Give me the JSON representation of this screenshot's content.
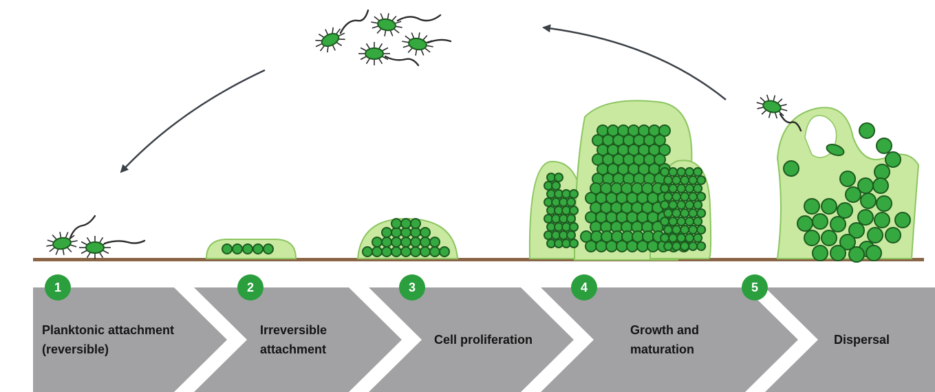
{
  "colors": {
    "chevron": "#a2a2a4",
    "badge": "#2b9e3e",
    "substrate": "#8a6446",
    "cell_fill": "#35a93f",
    "cell_stroke": "#1c5a1f",
    "matrix_fill": "#c9e9a0",
    "matrix_stroke": "#8cc560",
    "arrow": "#3b4147",
    "label_text": "#141414"
  },
  "icons": [
    "bacterium-icon",
    "flagellum-icon",
    "cycle-arrow-icon",
    "biofilm-matrix-icon"
  ],
  "stages": [
    {
      "number": "1",
      "label_line1": "Planktonic attachment",
      "label_line2": "(reversible)"
    },
    {
      "number": "2",
      "label_line1": "Irreversible",
      "label_line2": "attachment"
    },
    {
      "number": "3",
      "label_line1": "Cell proliferation",
      "label_line2": ""
    },
    {
      "number": "4",
      "label_line1": "Growth and",
      "label_line2": "maturation"
    },
    {
      "number": "5",
      "label_line1": "Dispersal",
      "label_line2": ""
    }
  ]
}
